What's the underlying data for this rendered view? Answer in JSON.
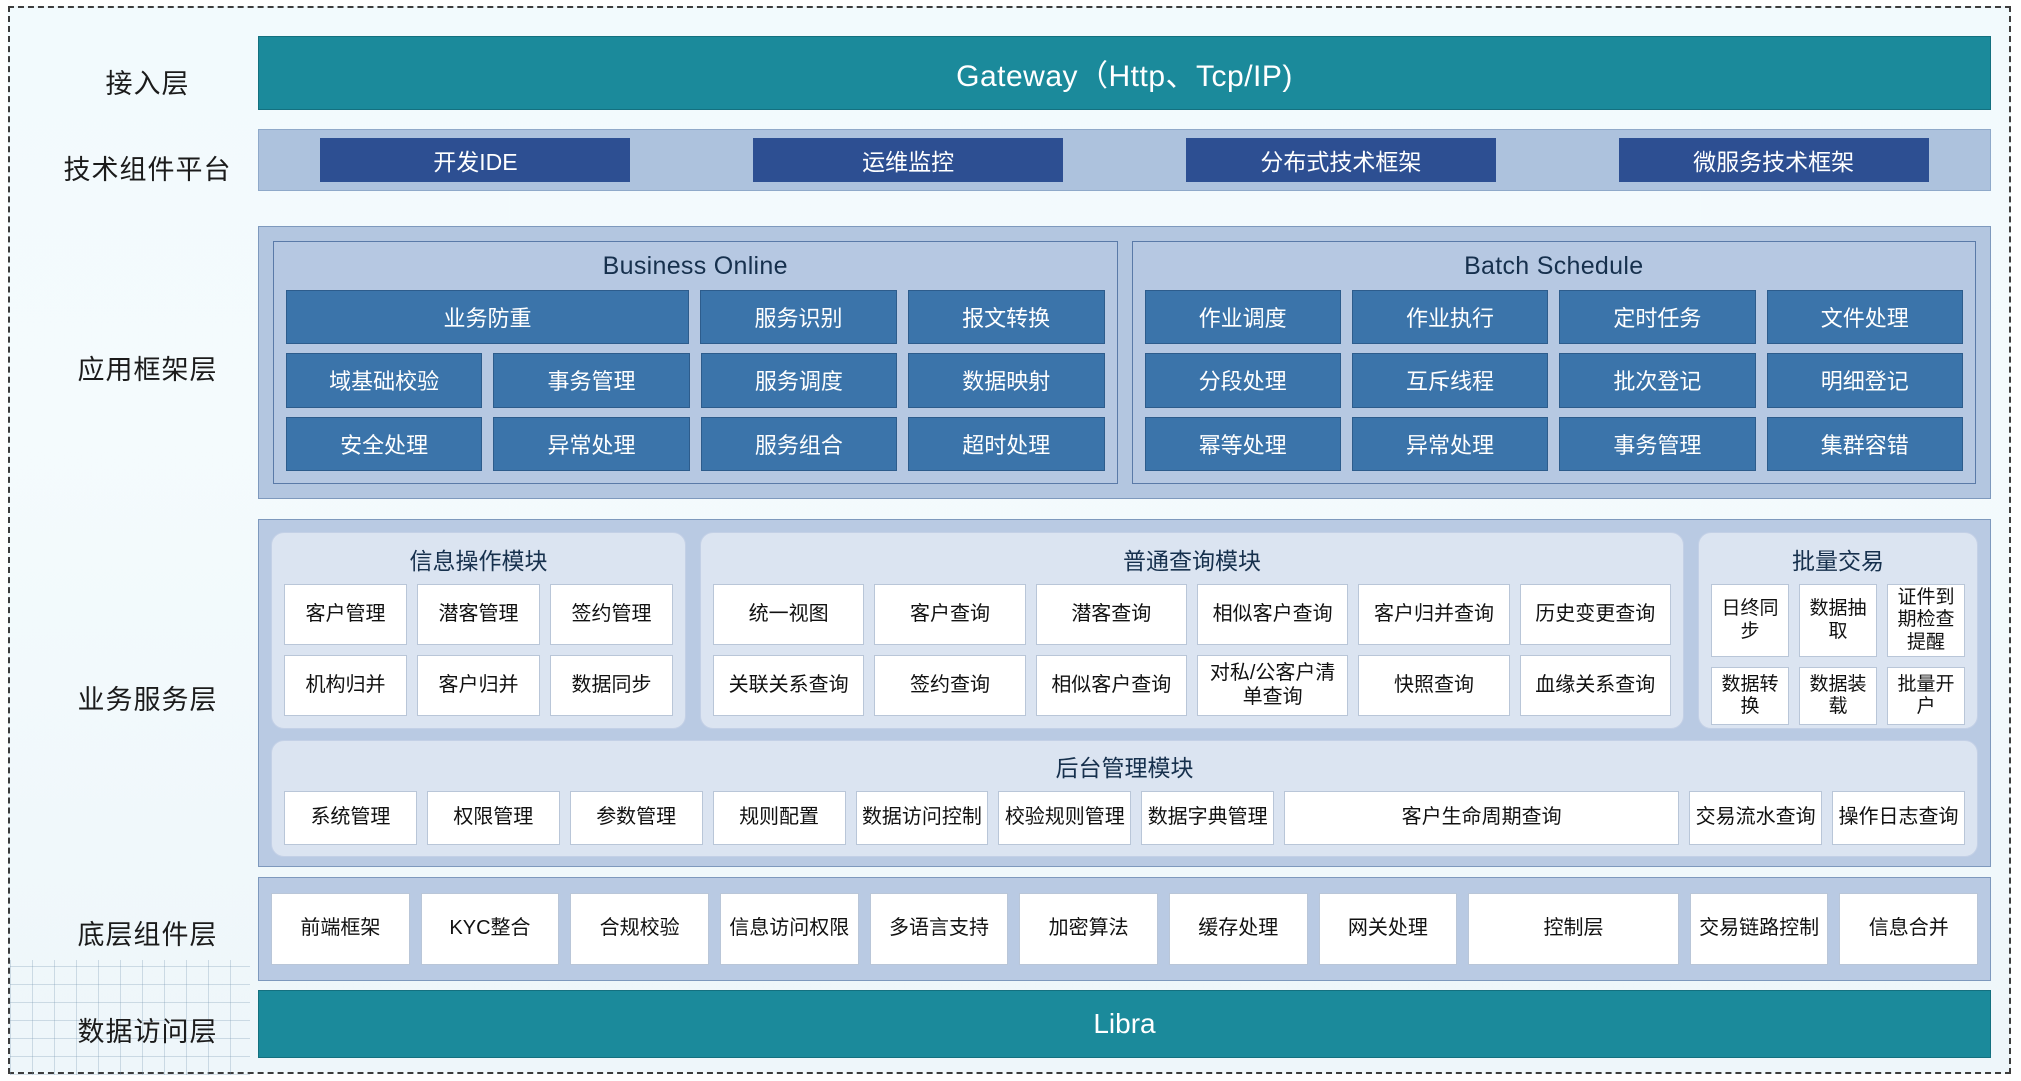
{
  "layers": [
    {
      "label": "接入层"
    },
    {
      "label": "技术组件平台"
    },
    {
      "label": "应用框架层"
    },
    {
      "label": "业务服务层"
    },
    {
      "label": "底层组件层"
    },
    {
      "label": "数据访问层"
    }
  ],
  "gateway": {
    "title": "Gateway（Http、Tcp/IP)"
  },
  "tech_platform": {
    "items": [
      "开发IDE",
      "运维监控",
      "分布式技术框架",
      "微服务技术框架"
    ]
  },
  "app_framework": {
    "business_online": {
      "title": "Business Online",
      "rows": [
        [
          "业务防重",
          "服务识别",
          "报文转换"
        ],
        [
          "域基础校验",
          "事务管理",
          "服务调度",
          "数据映射"
        ],
        [
          "安全处理",
          "异常处理",
          "服务组合",
          "超时处理"
        ]
      ]
    },
    "batch_schedule": {
      "title": "Batch Schedule",
      "rows": [
        [
          "作业调度",
          "作业执行",
          "定时任务",
          "文件处理"
        ],
        [
          "分段处理",
          "互斥线程",
          "批次登记",
          "明细登记"
        ],
        [
          "幂等处理",
          "异常处理",
          "事务管理",
          "集群容错"
        ]
      ]
    }
  },
  "business_service": {
    "info_module": {
      "title": "信息操作模块",
      "rows": [
        [
          "客户管理",
          "潜客管理",
          "签约管理"
        ],
        [
          "机构归并",
          "客户归并",
          "数据同步"
        ]
      ]
    },
    "query_module": {
      "title": "普通查询模块",
      "rows": [
        [
          "统一视图",
          "客户查询",
          "潜客查询",
          "相似客户查询",
          "客户归并查询",
          "历史变更查询"
        ],
        [
          "关联关系查询",
          "签约查询",
          "相似客户查询",
          "对私/公客户清单查询",
          "快照查询",
          "血缘关系查询"
        ]
      ]
    },
    "batch_module": {
      "title": "批量交易",
      "rows": [
        [
          "日终同步",
          "数据抽取",
          "证件到期检查提醒"
        ],
        [
          "数据转换",
          "数据装载",
          "批量开户"
        ]
      ]
    },
    "admin_module": {
      "title": "后台管理模块",
      "cells": [
        "系统管理",
        "权限管理",
        "参数管理",
        "规则配置",
        "数据访问控制",
        "校验规则管理",
        "数据字典管理",
        "客户生命周期查询",
        "交易流水查询",
        "操作日志查询"
      ]
    }
  },
  "bottom_components": {
    "items": [
      "前端框架",
      "KYC整合",
      "合规校验",
      "信息访问权限",
      "多语言支持",
      "加密算法",
      "缓存处理",
      "网关处理",
      "控制层",
      "交易链路控制",
      "信息合并"
    ]
  },
  "data_access": {
    "title": "Libra"
  },
  "colors": {
    "teal": "#1b8a9b",
    "dark_blue": "#2d4f92",
    "mid_blue": "#3b74aa",
    "panel_blue": "#b3c6e0",
    "module_bg": "#dbe4f1"
  }
}
